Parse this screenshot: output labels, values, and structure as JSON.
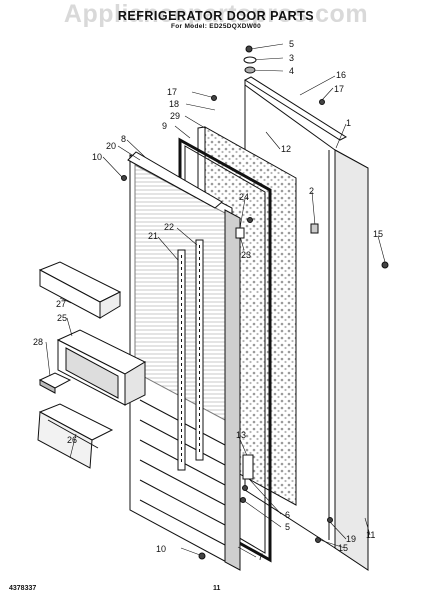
{
  "title": "REFRIGERATOR DOOR PARTS",
  "subtitle": "For Model: ED25DQXDW00",
  "watermark": "Appliancepartspros.com",
  "doc_number": "4378337",
  "page_number": "11",
  "callouts": [
    "1",
    "2",
    "3",
    "4",
    "5",
    "6",
    "7",
    "8",
    "9",
    "10",
    "11",
    "12",
    "13",
    "15",
    "16",
    "17",
    "18",
    "19",
    "20",
    "21",
    "22",
    "23",
    "24",
    "25",
    "26",
    "27",
    "28",
    "29"
  ],
  "labels": {
    "c1": "1",
    "c2": "2",
    "c3": "3",
    "c4": "4",
    "c5a": "5",
    "c5b": "5",
    "c6": "6",
    "c7": "7",
    "c8": "8",
    "c9": "9",
    "c10a": "10",
    "c10b": "10",
    "c11": "11",
    "c12": "12",
    "c13": "13",
    "c15a": "15",
    "c15b": "15",
    "c16": "16",
    "c17a": "17",
    "c17b": "17",
    "c18": "18",
    "c19": "19",
    "c20": "20",
    "c21": "21",
    "c22": "22",
    "c23": "23",
    "c24": "24",
    "c25": "25",
    "c26": "26",
    "c27": "27",
    "c28": "28",
    "c29": "29"
  }
}
